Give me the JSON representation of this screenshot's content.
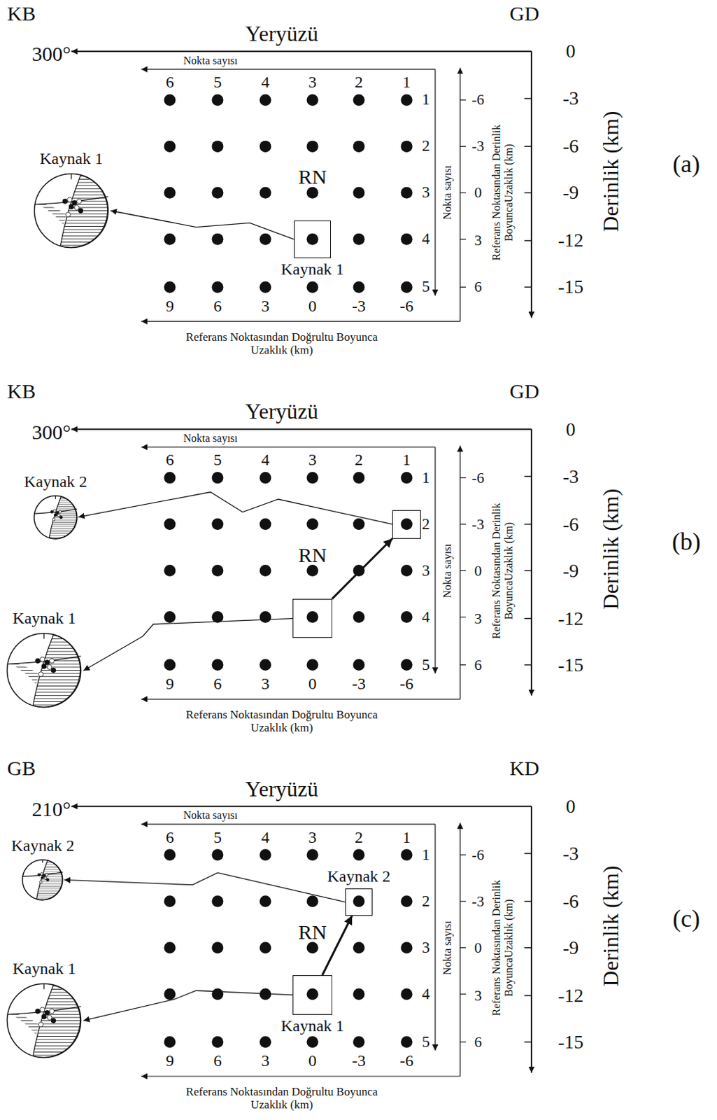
{
  "diagram": {
    "nodes": [
      {
        "text": [
          "Kaynak 1"
        ]
      },
      {
        "text": [
          "Kaynak 1"
        ]
      },
      {
        "text": [
          "Kaynak 2"
        ]
      },
      {
        "text": []
      },
      {
        "text": [
          "Kaynak 1"
        ]
      },
      {
        "text": []
      },
      {
        "text": [
          "Kaynak 2"
        ]
      },
      {
        "text": [
          "Kaynak 2"
        ]
      },
      {
        "text": [
          "Kaynak 1"
        ]
      },
      {
        "text": [
          "Kaynak 1"
        ]
      }
    ],
    "edges": [
      {
        "from": 1,
        "to": 0,
        "arrow": "to"
      },
      {
        "from": 3,
        "to": 2,
        "arrow": "to"
      },
      {
        "from": 5,
        "to": 4,
        "arrow": "to"
      },
      {
        "from": 5,
        "to": 3,
        "arrow": "to"
      },
      {
        "from": 7,
        "to": 6,
        "arrow": "to"
      },
      {
        "from": 9,
        "to": 8,
        "arrow": "to"
      },
      {
        "from": 9,
        "to": 7,
        "arrow": "to"
      }
    ],
    "labels": [
      "KB",
      "GD",
      "300°",
      "Yeryüzü",
      "Nokta sayısı",
      "6",
      "5",
      "4",
      "3",
      "2",
      "1",
      "1",
      "2",
      "3",
      "4",
      "5",
      "Nokta sayısı",
      "RN",
      "9",
      "6",
      "3",
      "0",
      "-3",
      "-6",
      "Referans Noktasından Doğrultu Boyunca Uzaklık (km)",
      "-6",
      "-3",
      "0",
      "3",
      "6",
      "Referans Noktasından Derinlik BoyuncaUzaklık (km)",
      "0",
      "-3",
      "-6",
      "-9",
      "-12",
      "-15",
      "Derinlik (km)",
      "(a)",
      "KB",
      "GD",
      "300°",
      "Yeryüzü",
      "Nokta sayısı",
      "6",
      "5",
      "4",
      "3",
      "2",
      "1",
      "1",
      "2",
      "3",
      "4",
      "5",
      "Nokta sayısı",
      "RN",
      "9",
      "6",
      "3",
      "0",
      "-3",
      "-6",
      "Referans Noktasından Doğrultu Boyunca Uzaklık (km)",
      "-6",
      "-3",
      "0",
      "3",
      "6",
      "Referans Noktasından Derinlik BoyuncaUzaklık (km)",
      "0",
      "-3",
      "-6",
      "-9",
      "-12",
      "-15",
      "Derinlik (km)",
      "(b)",
      "GB",
      "KD",
      "210°",
      "Yeryüzü",
      "Nokta sayısı",
      "6",
      "5",
      "4",
      "3",
      "2",
      "1",
      "1",
      "2",
      "3",
      "4",
      "5",
      "Nokta sayısı",
      "RN",
      "9",
      "6",
      "3",
      "0",
      "-3",
      "-6",
      "Referans Noktasından Doğrultu Boyunca Uzaklık (km)",
      "-6",
      "-3",
      "0",
      "3",
      "6",
      "Referans Noktasından Derinlik BoyuncaUzaklık (km)",
      "0",
      "-3",
      "-6",
      "-9",
      "-12",
      "-15",
      "Derinlik (km)",
      "(c)"
    ]
  }
}
